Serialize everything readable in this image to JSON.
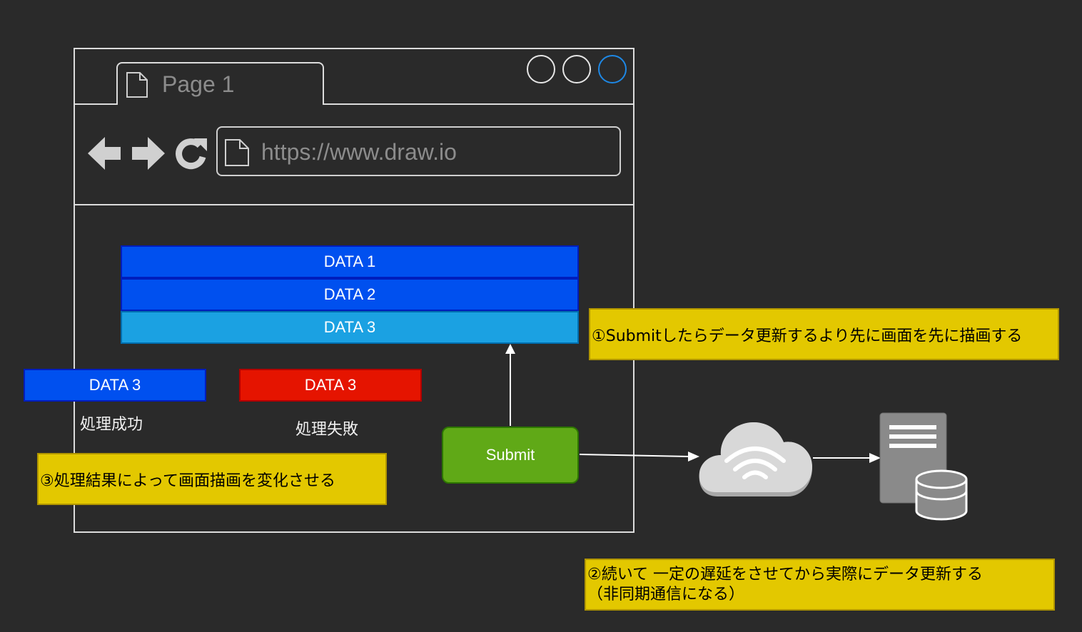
{
  "browser": {
    "tab_title": "Page 1",
    "url": "https://www.draw.io"
  },
  "data_rows": [
    {
      "label": "DATA 1",
      "color": "#0050ef"
    },
    {
      "label": "DATA 2",
      "color": "#0050ef"
    },
    {
      "label": "DATA 3",
      "color": "#1ba1e2"
    }
  ],
  "results": {
    "success": {
      "label": "DATA 3",
      "caption": "処理成功",
      "color": "#0050ef"
    },
    "failure": {
      "label": "DATA 3",
      "caption": "処理失敗",
      "color": "#e51400"
    }
  },
  "submit": {
    "label": "Submit",
    "color": "#60a917"
  },
  "notes": {
    "note_1": "①Submitしたらデータ更新するより先に画面を先に描画する",
    "note_2_line1": "②続いて 一定の遅延をさせてから実際にデータ更新する",
    "note_2_line2": "（非同期通信になる）",
    "note_3": "③処理結果によって画面描画を変化させる",
    "color": "#e3c800"
  },
  "icons": {
    "cloud": "cloud-wifi-icon",
    "server": "server-icon",
    "database": "database-icon"
  }
}
